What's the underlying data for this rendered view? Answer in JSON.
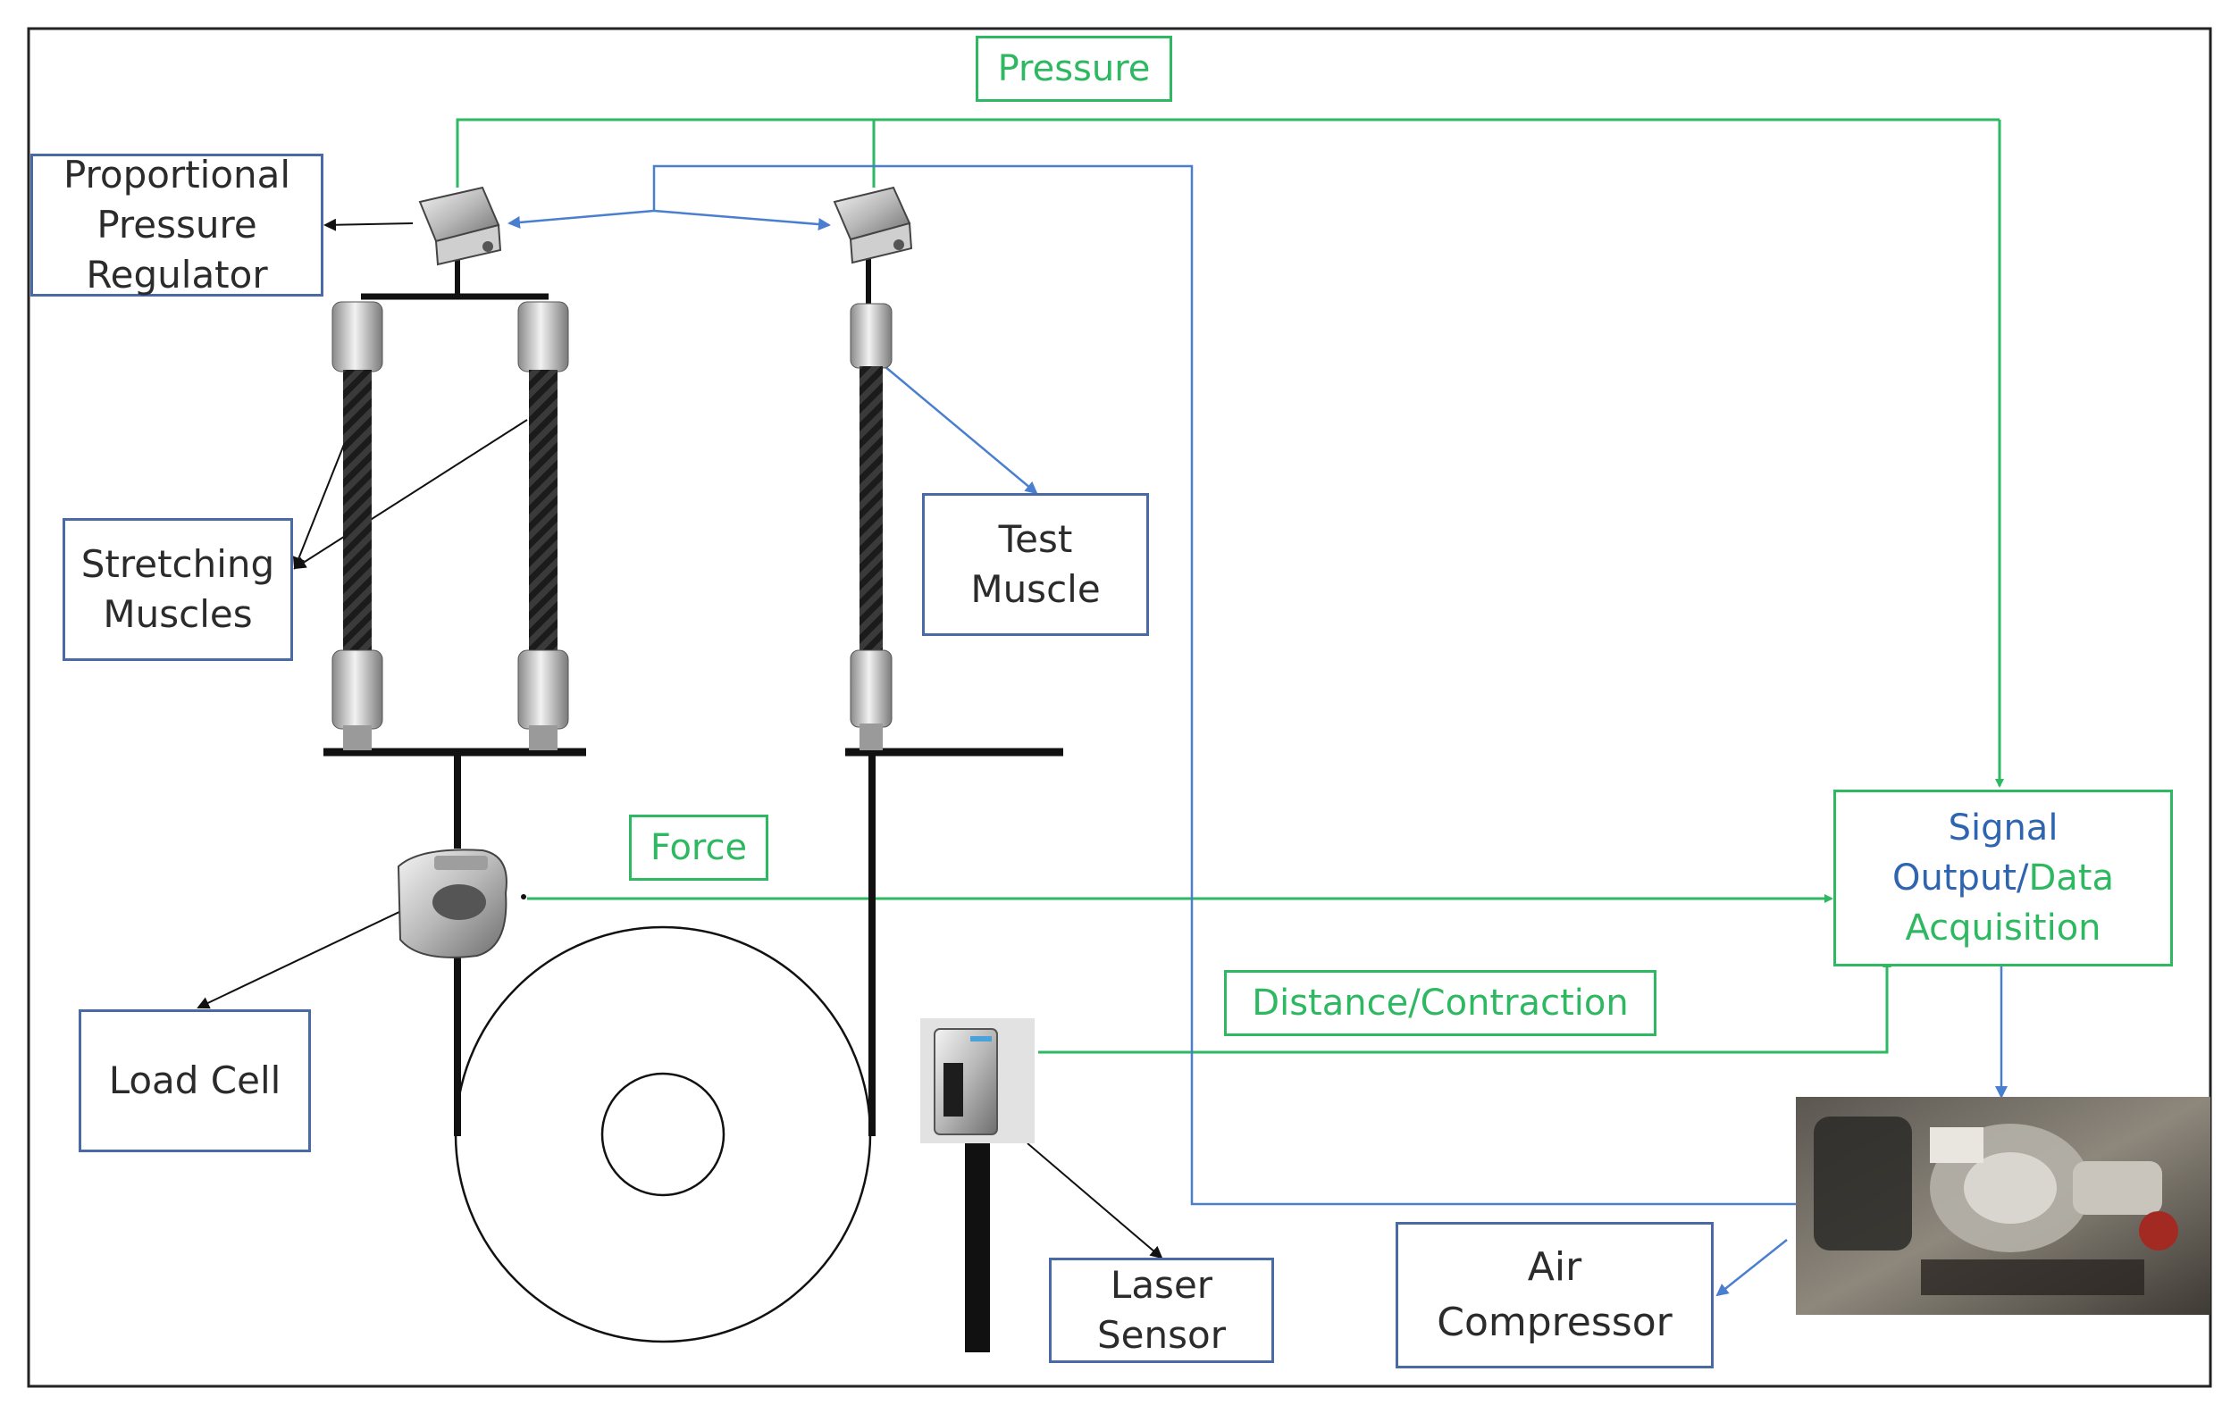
{
  "colors": {
    "signal_green": "#2fb862",
    "link_blue": "#4a7fd0",
    "box_border_blue": "#4a6aa6",
    "structure_black": "#111111",
    "label_text": "#2b2b2b",
    "signal_blue_text": "#2f64b0"
  },
  "signals": {
    "pressure": "Pressure",
    "force": "Force",
    "distance": "Distance/Contraction"
  },
  "labels": {
    "regulator": [
      "Proportional",
      "Pressure",
      "Regulator"
    ],
    "stretching": [
      "Stretching",
      "Muscles"
    ],
    "test": [
      "Test",
      "Muscle"
    ],
    "load_cell": "Load Cell",
    "laser": [
      "Laser",
      "Sensor"
    ],
    "compressor": [
      "Air",
      "Compressor"
    ],
    "daq": {
      "line1": "Signal",
      "line2_blue": "Output/",
      "line2_green": "Data",
      "line3": "Acquisition"
    }
  },
  "icons": [
    "pressure-regulator-icon",
    "pneumatic-muscle-icon",
    "load-cell-icon",
    "laser-sensor-icon",
    "air-compressor-photo"
  ]
}
